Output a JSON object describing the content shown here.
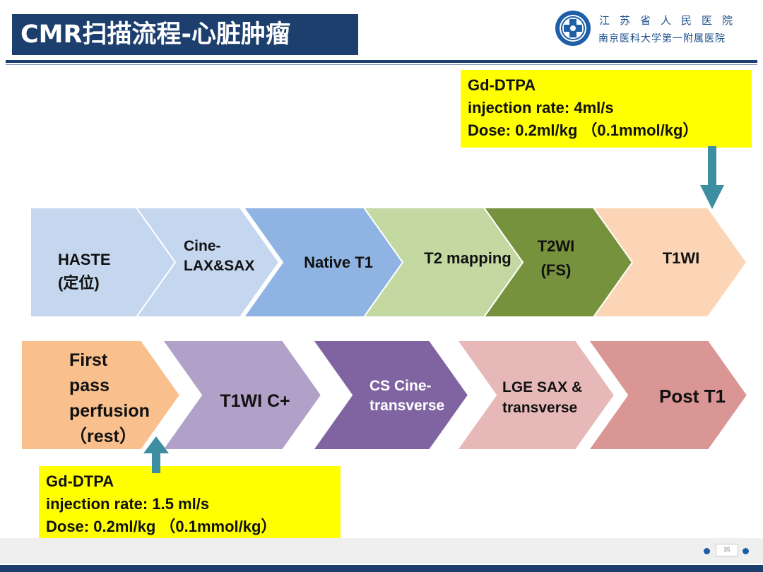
{
  "header": {
    "title": "CMR扫描流程-心脏肿瘤",
    "hospital_line1": "江苏省人民医院",
    "hospital_line2": "南京医科大学第一附属医院",
    "logo_icon": "hospital-emblem-icon"
  },
  "callouts": {
    "top": {
      "lines": [
        "Gd-DTPA",
        "injection rate: 4ml/s",
        "Dose: 0.2ml/kg （0.1mmol/kg）"
      ]
    },
    "bottom": {
      "lines": [
        "Gd-DTPA",
        "injection rate: 1.5 ml/s",
        "Dose: 0.2ml/kg （0.1mmol/kg）"
      ]
    }
  },
  "colors": {
    "header_navy": "#1c3f6e",
    "callout_yellow": "#ffff00",
    "arrow_teal": "#3d8ea0"
  },
  "flow": {
    "row1": [
      {
        "id": "haste",
        "lines": [
          "HASTE",
          "(定位)"
        ],
        "fill": "#c5d7ee",
        "text_color": "#111111",
        "align": "left"
      },
      {
        "id": "cine-lax-sax",
        "lines": [
          "Cine-",
          "LAX&SAX"
        ],
        "fill": "#c5d7ee",
        "text_color": "#111111",
        "align": "left"
      },
      {
        "id": "native-t1",
        "lines": [
          "Native T1"
        ],
        "fill": "#8fb4e3",
        "text_color": "#111111",
        "align": "center"
      },
      {
        "id": "t2-mapping",
        "lines": [
          "T2 mapping"
        ],
        "fill": "#c3d9a1",
        "text_color": "#111111",
        "align": "center"
      },
      {
        "id": "t2wi-fs",
        "lines": [
          "T2WI",
          "(FS)"
        ],
        "fill": "#76923c",
        "text_color": "#111111",
        "align": "center"
      },
      {
        "id": "t1wi",
        "lines": [
          "T1WI"
        ],
        "fill": "#fbd5b5",
        "text_color": "#111111",
        "align": "center"
      }
    ],
    "row2": [
      {
        "id": "first-pass-perfusion",
        "lines": [
          "First",
          "pass",
          "perfusion",
          "（rest）"
        ],
        "fill": "#f9c08e",
        "text_color": "#111111",
        "align": "left"
      },
      {
        "id": "t1wi-c-plus",
        "lines": [
          "T1WI C+"
        ],
        "fill": "#b1a0c7",
        "text_color": "#111111",
        "align": "center"
      },
      {
        "id": "cs-cine-transverse",
        "lines": [
          "CS Cine-",
          "transverse"
        ],
        "fill": "#8064a2",
        "text_color": "#ffffff",
        "align": "left"
      },
      {
        "id": "lge-sax-transverse",
        "lines": [
          "LGE SAX &",
          "transverse"
        ],
        "fill": "#e6b9b8",
        "text_color": "#111111",
        "align": "left"
      },
      {
        "id": "post-t1",
        "lines": [
          "Post T1"
        ],
        "fill": "#d99694",
        "text_color": "#111111",
        "align": "center"
      }
    ]
  },
  "footer": {
    "page_number": "35"
  }
}
